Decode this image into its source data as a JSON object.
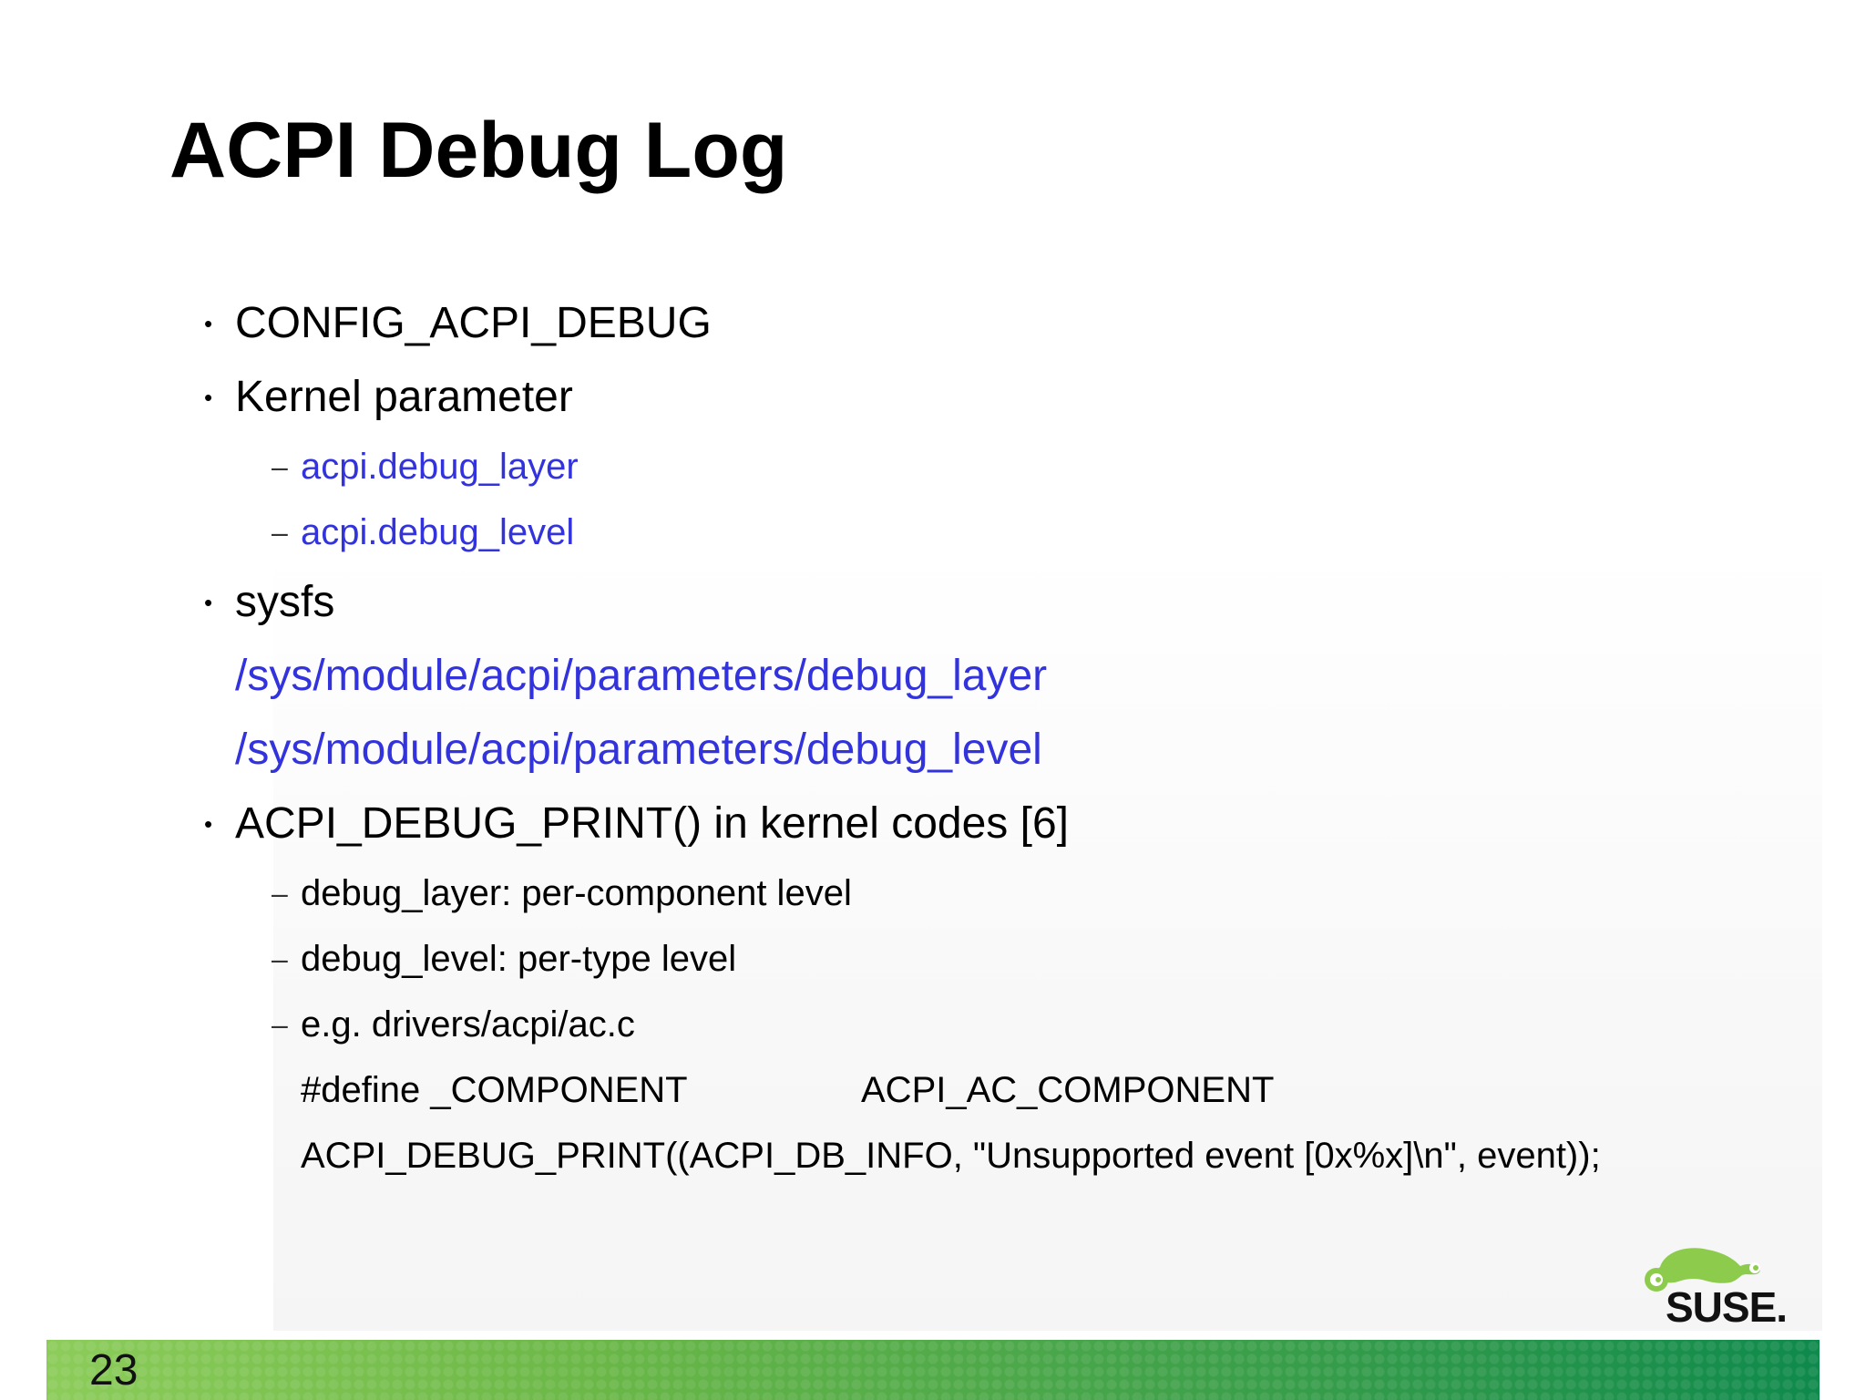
{
  "slide": {
    "title": "ACPI Debug Log",
    "page_number": "23",
    "logo_text": "SUSE."
  },
  "content": {
    "items": [
      {
        "bullet": "•",
        "text": "CONFIG_ACPI_DEBUG"
      },
      {
        "bullet": "•",
        "text": "Kernel parameter"
      },
      {
        "dash": "–",
        "text": "acpi.debug_layer"
      },
      {
        "dash": "–",
        "text": "acpi.debug_level"
      },
      {
        "bullet": "•",
        "text": "sysfs"
      },
      {
        "text": "/sys/module/acpi/parameters/debug_layer"
      },
      {
        "text": "/sys/module/acpi/parameters/debug_level"
      },
      {
        "bullet": "•",
        "text": "ACPI_DEBUG_PRINT() in kernel codes [6]"
      },
      {
        "dash": "–",
        "text": "debug_layer: per-component level"
      },
      {
        "dash": "–",
        "text": "debug_level: per-type level"
      },
      {
        "dash": "–",
        "text": "e.g. drivers/acpi/ac.c"
      },
      {
        "text": "#define _COMPONENT",
        "text2": "ACPI_AC_COMPONENT"
      },
      {
        "text": "ACPI_DEBUG_PRINT((ACPI_DB_INFO, \"Unsupported event [0x%x]\\n\", event));"
      }
    ]
  },
  "colors": {
    "link_blue": "#3333dd",
    "footer_green_start": "#8ccc5a",
    "footer_green_end": "#0f8a4c",
    "logo_green": "#8dcb4d"
  }
}
